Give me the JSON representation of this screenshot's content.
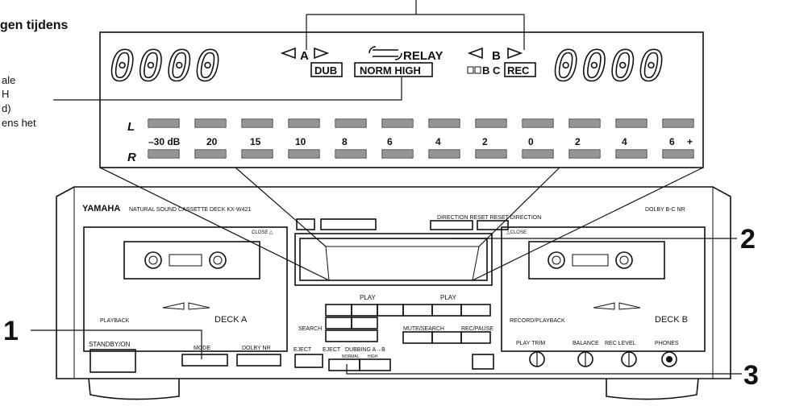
{
  "intro": {
    "heading": "gen tijdens",
    "lines": [
      "ale",
      "H",
      "d)",
      "ens het"
    ]
  },
  "display": {
    "counter_left": "0000",
    "counter_right": "0000",
    "deck_a_label": "A",
    "deck_b_label": "B",
    "relay": "RELAY",
    "dub": "DUB",
    "norm_high": "NORM HIGH",
    "b_c": "B C",
    "rec": "REC",
    "meter_l": "L",
    "meter_r": "R",
    "scale": [
      "–30 dB",
      "20",
      "15",
      "10",
      "8",
      "6",
      "4",
      "2",
      "0",
      "2",
      "4",
      "6",
      "+"
    ]
  },
  "deck": {
    "brand": "YAMAHA",
    "model": "NATURAL SOUND CASSETTE DECK  KX-W421",
    "close_a": "CLOSE △",
    "close_b": "△CLOSE",
    "dolby_logo": "DOLBY B-C NR",
    "direction": "DIRECTION  RESET  RESET  DIRECTION",
    "playback": "PLAYBACK",
    "deck_a": "DECK A",
    "record_playback": "RECORD/PLAYBACK",
    "deck_b": "DECK B",
    "play_a": "PLAY",
    "play_b": "PLAY",
    "search_a": "SEARCH",
    "mutesearch": "MUTE/SEARCH",
    "recpause": "REC/PAUSE",
    "standby": "STANDBY/ON",
    "mode": "MODE",
    "dolby_nr": "DOLBY NR",
    "eject_a": "EJECT",
    "eject_b": "EJECT",
    "dubbing": "DUBBING A→B",
    "normal": "NORMAL",
    "high": "HIGH",
    "play_trim": "PLAY TRIM",
    "balance": "BALANCE",
    "rec_level": "REC  LEVEL",
    "phones": "PHONES"
  },
  "callouts": [
    "1",
    "2",
    "3"
  ]
}
